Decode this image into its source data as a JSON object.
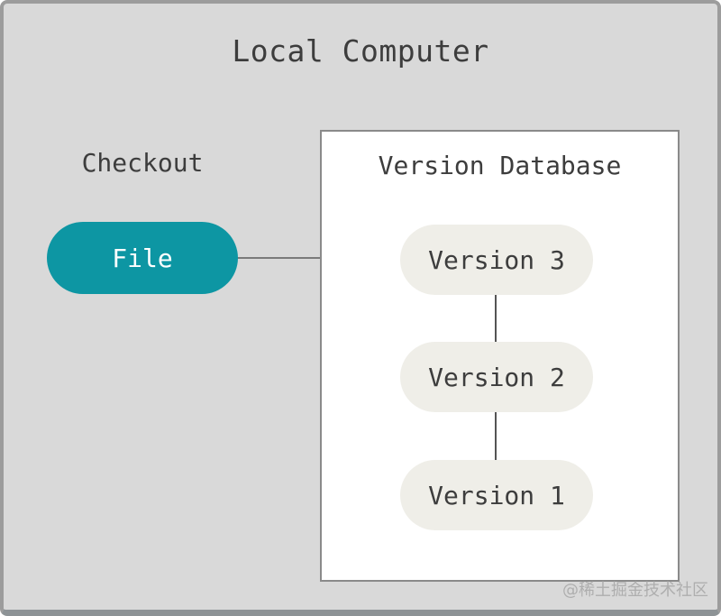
{
  "title": "Local Computer",
  "checkout": {
    "label": "Checkout"
  },
  "file_node": {
    "label": "File"
  },
  "version_database": {
    "title": "Version Database",
    "versions": [
      {
        "label": "Version 3"
      },
      {
        "label": "Version 2"
      },
      {
        "label": "Version 1"
      }
    ]
  },
  "watermark": "@稀土掘金技术社区",
  "colors": {
    "background": "#d9d9d9",
    "frame_border": "#9c9c9c",
    "frame_border_bottom": "#8d9396",
    "box_background": "#ffffff",
    "box_border": "#8a8a8a",
    "teal_node": "#0d96a3",
    "teal_node_text": "#ffffff",
    "version_node": "#efeee8",
    "text_dark": "#3d3d3d",
    "connector_horizontal": "#7a7a7a",
    "connector_vertical": "#555555",
    "watermark_text": "#aeaeae"
  }
}
